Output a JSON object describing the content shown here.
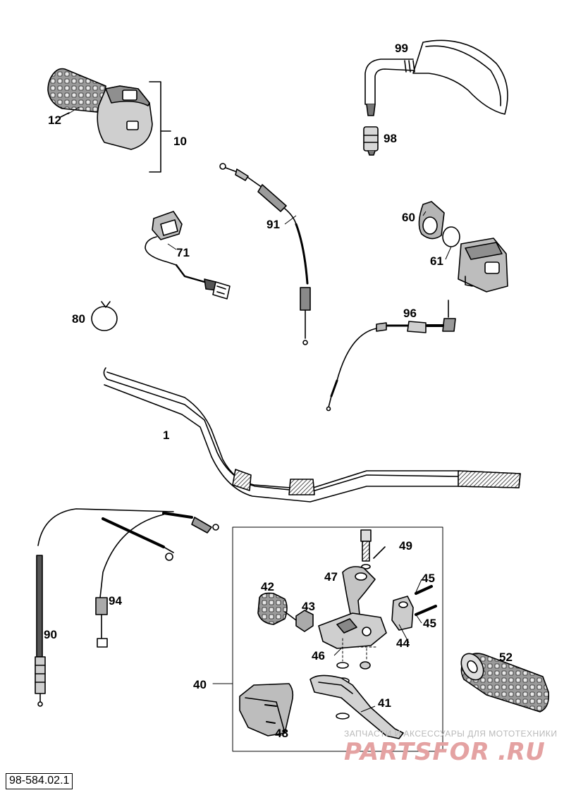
{
  "diagram": {
    "labels": {
      "p1": "1",
      "p10": "10",
      "p12": "12",
      "p40": "40",
      "p41": "41",
      "p42": "42",
      "p43": "43",
      "p44": "44",
      "p45a": "45",
      "p45b": "45",
      "p46": "46",
      "p47": "47",
      "p48": "48",
      "p49": "49",
      "p52": "52",
      "p60": "60",
      "p61": "61",
      "p71": "71",
      "p80": "80",
      "p90": "90",
      "p91": "91",
      "p94": "94",
      "p96": "96",
      "p98": "98",
      "p99": "99"
    },
    "drawing_code": "98-584.02.1"
  },
  "watermark": {
    "tagline": "ЗАПЧАСТИ И АКСЕССУАРЫ ДЛЯ МОТОТЕХНИКИ",
    "brand": "PARTSFOR",
    "domain": ".RU",
    "color": "#e4a2a2"
  }
}
